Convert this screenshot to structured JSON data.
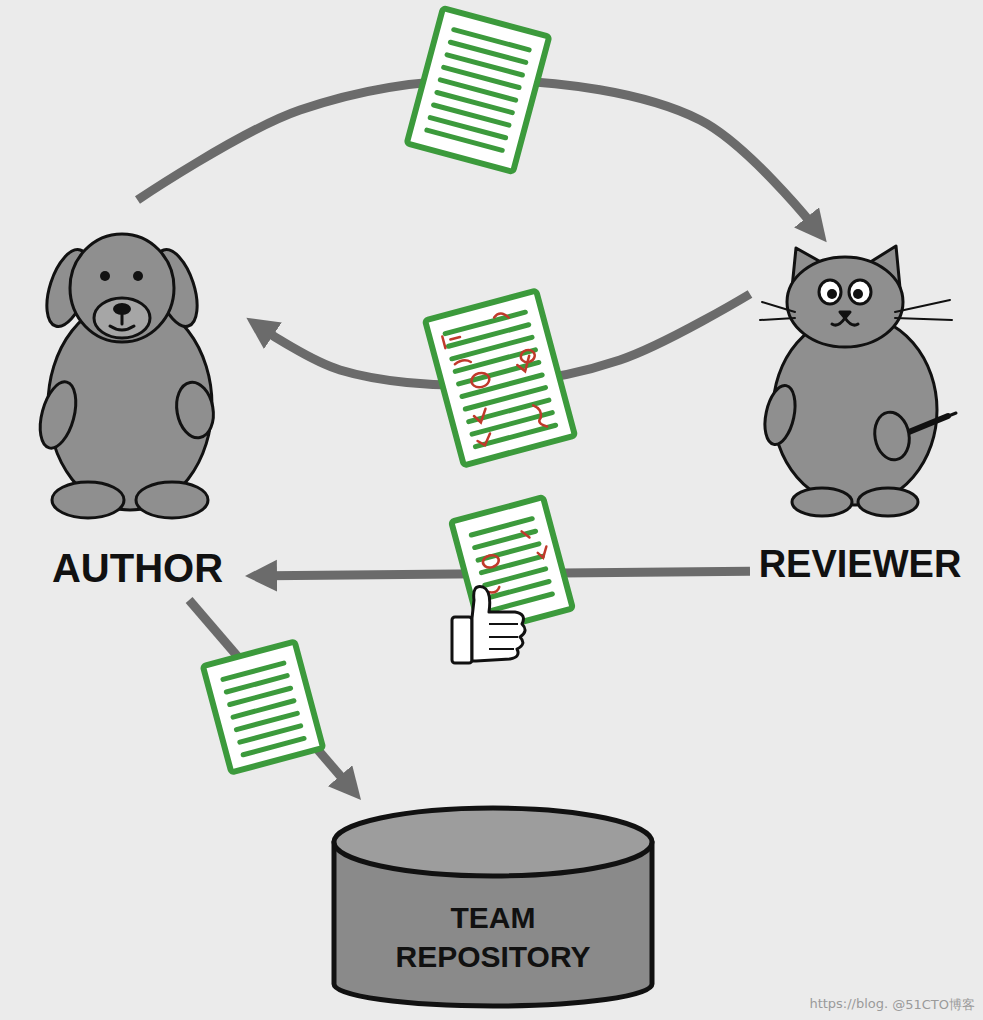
{
  "diagram": {
    "nodes": [
      {
        "text": [
          "AUTHOR"
        ]
      },
      {
        "text": [
          "REVIEWER"
        ]
      },
      {
        "text": [
          "TEAM REPOSITORY"
        ]
      }
    ],
    "edges": [
      {
        "from": 0,
        "to": 1,
        "arrow": "to"
      },
      {
        "from": 1,
        "to": 0,
        "arrow": "to"
      },
      {
        "from": 1,
        "to": 0,
        "arrow": "to"
      },
      {
        "from": 0,
        "to": 2,
        "arrow": "to"
      }
    ],
    "labels": [
      "https://blog.",
      "@51CTO博客"
    ]
  }
}
